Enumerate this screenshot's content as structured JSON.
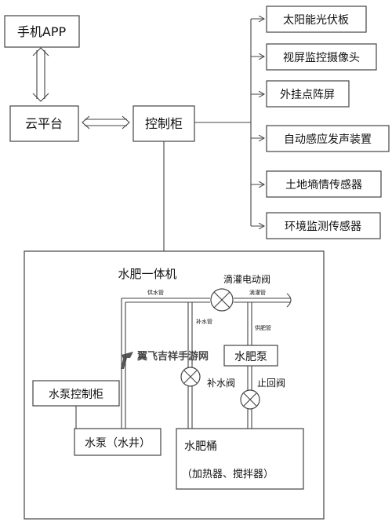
{
  "top_nodes": {
    "mobile_app": "手机APP",
    "cloud": "云平台",
    "control_cabinet": "控制柜"
  },
  "devices": [
    "太阳能光伏板",
    "视屏监控摄像头",
    "外挂点阵屏",
    "自动感应发声装置",
    "土地墒情传感器",
    "环境监测传感器"
  ],
  "machine": {
    "title": "水肥一体机",
    "pump_cabinet": "水泵控制柜",
    "pump": "水泵（水井）",
    "fert_pump": "水肥泵",
    "tank": "水肥桶",
    "tank_sub": "（加热器、搅拌器）",
    "drip_valve": "滴灌电动阀",
    "refill_valve": "补水阀",
    "check_valve": "止回阀",
    "supply_pipe": "供水管",
    "refill_pipe": "补水管",
    "drip_pipe": "滴灌管",
    "fert_pipe": "供肥管"
  },
  "watermark": "翼飞吉祥手游网"
}
